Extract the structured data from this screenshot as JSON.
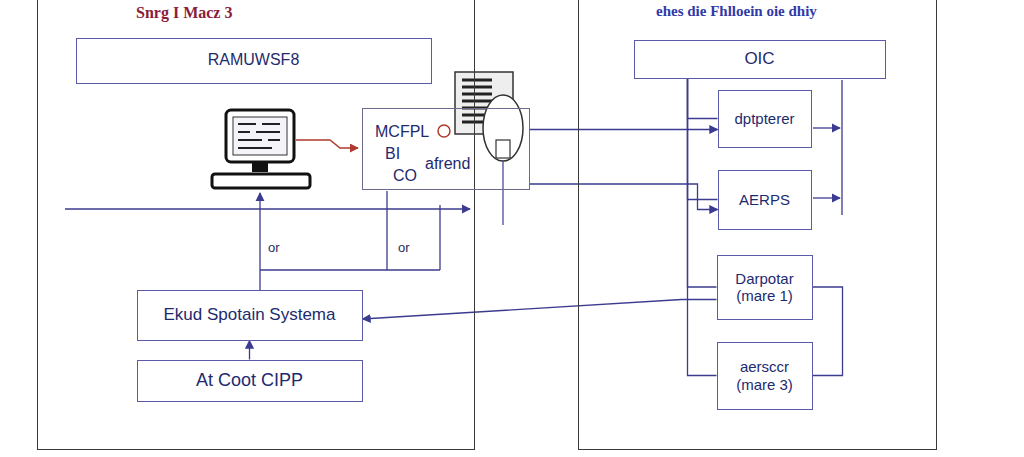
{
  "diagram": {
    "nodes": [
      {
        "text": [
          "Snrg I Macz 3"
        ]
      },
      {
        "text": [
          "RAMUWSF8"
        ],
        "in": 0
      },
      {
        "text": [
          "MCFPL",
          "BI",
          "CO",
          "afrend"
        ]
      },
      {
        "text": [
          "Ekud Spotain Systema"
        ],
        "in": 0
      },
      {
        "text": [
          "At Coot CIPP"
        ],
        "in": 0
      },
      {
        "text": [
          "ehes die Fhlloein oie dhiy"
        ]
      },
      {
        "text": [
          "OIC"
        ],
        "in": 5
      },
      {
        "text": [
          "dptpterer"
        ],
        "in": 5
      },
      {
        "text": [
          "AERPS"
        ],
        "in": 5
      },
      {
        "text": [
          "Darpotar (mare 1)"
        ],
        "in": 5
      },
      {
        "text": [
          "aersccr (mare 3)"
        ],
        "in": 5
      }
    ],
    "edges": [
      {
        "from": 4,
        "to": 3,
        "arrow": "to"
      },
      {
        "from": 9,
        "to": 3,
        "arrow": "to"
      },
      {
        "from": 2,
        "to": 7,
        "arrow": "to"
      },
      {
        "from": 2,
        "to": 8,
        "arrow": "to"
      },
      {
        "from": 6,
        "to": 7,
        "arrow": "none"
      },
      {
        "from": 6,
        "to": 8,
        "arrow": "none"
      },
      {
        "from": 6,
        "to": 9,
        "arrow": "none"
      },
      {
        "from": 6,
        "to": 10,
        "arrow": "none"
      },
      {
        "from": 9,
        "to": 10,
        "arrow": "none"
      }
    ],
    "labels": [
      "or",
      "or"
    ]
  }
}
